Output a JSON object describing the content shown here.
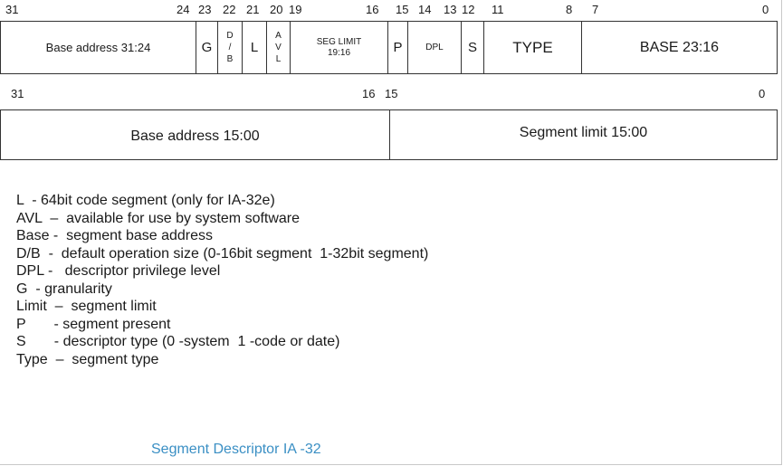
{
  "row1": {
    "bits": [
      "31",
      "24",
      "23",
      "22",
      "21",
      "20",
      "19",
      "16",
      "15",
      "14",
      "13",
      "12",
      "11",
      "8",
      "7",
      "0"
    ],
    "fields": {
      "base_31_24": "Base address 31:24",
      "g": "G",
      "db_chars": [
        "D",
        "/",
        "B"
      ],
      "l": "L",
      "avl_chars": [
        "A",
        "V",
        "L"
      ],
      "seg_limit_line1": "SEG LIMIT",
      "seg_limit_line2": "19:16",
      "p": "P",
      "dpl": "DPL",
      "s": "S",
      "type": "TYPE",
      "base_23_16": "BASE 23:16"
    }
  },
  "row2": {
    "bits": [
      "31",
      "16",
      "15",
      "0"
    ],
    "fields": {
      "base_15_00": "Base address 15:00",
      "limit_15_00": "Segment limit 15:00"
    }
  },
  "legend": [
    "L  - 64bit code segment (only for IA-32e)",
    "AVL  –  available for use by system software",
    "Base -  segment base address",
    "D/B  -  default operation size (0-16bit segment  1-32bit segment)",
    "DPL -   descriptor privilege level",
    "G  - granularity",
    "Limit  –  segment limit",
    "P       - segment present",
    "S       - descriptor type (0 -system  1 -code or date)",
    "Type  –  segment type"
  ],
  "caption": "Segment Descriptor IA -32",
  "colors": {
    "caption": "#3a8fc4",
    "line": "#333333"
  }
}
